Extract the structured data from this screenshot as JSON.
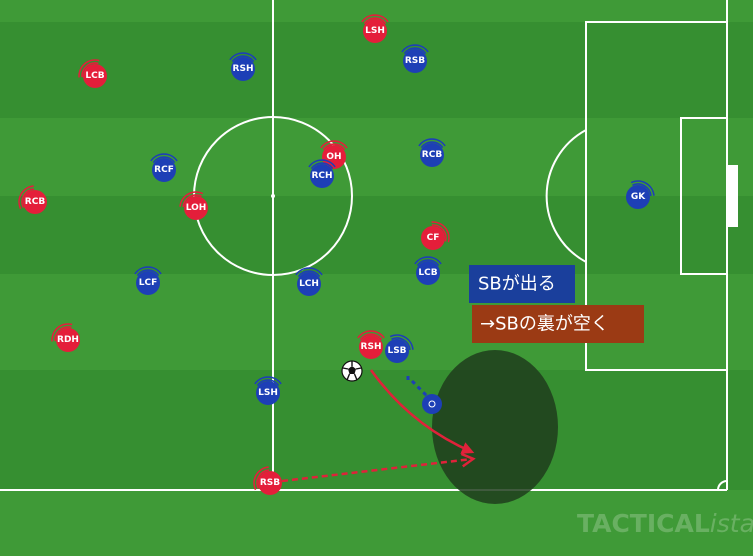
{
  "colors": {
    "home_team": "#e41e3a",
    "away_team": "#1d3fb6",
    "pitch_light": "#3e9a37",
    "pitch_dark": "#338b30",
    "arrow": "#e0223a",
    "note_blue": "#1a3f9c",
    "note_brown": "#9b3a14",
    "space": "#1f3d1c"
  },
  "players": [
    {
      "label": "LCB",
      "team": "red",
      "rot": -40
    },
    {
      "label": "LSH",
      "team": "red",
      "rot": 0
    },
    {
      "label": "OH",
      "team": "red",
      "rot": 0
    },
    {
      "label": "RCB",
      "team": "red",
      "rot": -60
    },
    {
      "label": "LOH",
      "team": "red",
      "rot": -30
    },
    {
      "label": "CF",
      "team": "red",
      "rot": 50
    },
    {
      "label": "RDH",
      "team": "red",
      "rot": -40
    },
    {
      "label": "RSH",
      "team": "red",
      "rot": 0
    },
    {
      "label": "RSB",
      "team": "red",
      "rot": -60
    },
    {
      "label": "RSH",
      "team": "blue",
      "rot": 0
    },
    {
      "label": "RSB",
      "team": "blue",
      "rot": 0
    },
    {
      "label": "RCF",
      "team": "blue",
      "rot": 0
    },
    {
      "label": "RCH",
      "team": "blue",
      "rot": 0
    },
    {
      "label": "RCB",
      "team": "blue",
      "rot": 0
    },
    {
      "label": "GK",
      "team": "blue",
      "rot": 30
    },
    {
      "label": "LCB",
      "team": "blue",
      "rot": 0
    },
    {
      "label": "LCF",
      "team": "blue",
      "rot": 0
    },
    {
      "label": "LCH",
      "team": "blue",
      "rot": 0
    },
    {
      "label": "LSB",
      "team": "blue",
      "rot": 30
    },
    {
      "label": "LSH",
      "team": "blue",
      "rot": 0
    }
  ],
  "annotations": {
    "note1": "SBが出る",
    "note2": "→SBの裏が空く"
  },
  "watermark": {
    "main": "TACTICAL",
    "italic": "ista"
  }
}
